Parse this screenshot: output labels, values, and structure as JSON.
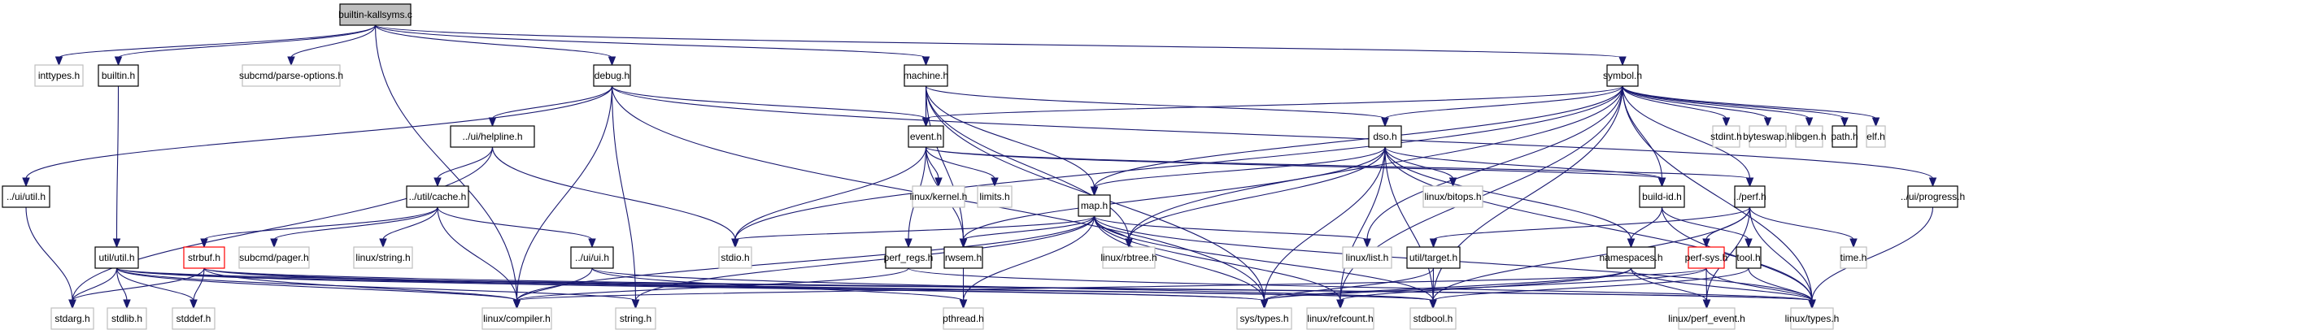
{
  "title": "Include dependency graph for builtin-kallsyms.c",
  "colors": {
    "edge": "#191970",
    "root_fill": "#bfbfbf",
    "documented_border": "#000000",
    "external_border": "#bfbfbf",
    "incomplete_border": "#ff0000"
  },
  "nodes": [
    {
      "id": "builtin_kallsyms_c",
      "label": "builtin-kallsyms.c",
      "kind": "root"
    },
    {
      "id": "inttypes_h",
      "label": "inttypes.h",
      "kind": "external"
    },
    {
      "id": "builtin_h",
      "label": "builtin.h",
      "kind": "documented"
    },
    {
      "id": "parse_options_h",
      "label": "subcmd/parse-options.h",
      "kind": "external"
    },
    {
      "id": "debug_h",
      "label": "debug.h",
      "kind": "documented"
    },
    {
      "id": "machine_h",
      "label": "machine.h",
      "kind": "documented"
    },
    {
      "id": "symbol_h",
      "label": "symbol.h",
      "kind": "documented"
    },
    {
      "id": "helpline_h",
      "label": "../ui/helpline.h",
      "kind": "documented"
    },
    {
      "id": "event_h",
      "label": "event.h",
      "kind": "documented"
    },
    {
      "id": "dso_h",
      "label": "dso.h",
      "kind": "documented"
    },
    {
      "id": "stdint_h",
      "label": "stdint.h",
      "kind": "external"
    },
    {
      "id": "byteswap_h",
      "label": "byteswap.h",
      "kind": "external"
    },
    {
      "id": "libgen_h",
      "label": "libgen.h",
      "kind": "external"
    },
    {
      "id": "path_h",
      "label": "path.h",
      "kind": "documented"
    },
    {
      "id": "elf_h",
      "label": "elf.h",
      "kind": "external"
    },
    {
      "id": "ui_util_h",
      "label": "../ui/util.h",
      "kind": "documented"
    },
    {
      "id": "cache_h",
      "label": "../util/cache.h",
      "kind": "documented"
    },
    {
      "id": "linux_kernel_h",
      "label": "linux/kernel.h",
      "kind": "external"
    },
    {
      "id": "limits_h",
      "label": "limits.h",
      "kind": "external"
    },
    {
      "id": "map_h",
      "label": "map.h",
      "kind": "documented"
    },
    {
      "id": "linux_bitops_h",
      "label": "linux/bitops.h",
      "kind": "external"
    },
    {
      "id": "build_id_h",
      "label": "build-id.h",
      "kind": "documented"
    },
    {
      "id": "perf_h",
      "label": "../perf.h",
      "kind": "documented"
    },
    {
      "id": "progress_h",
      "label": "../ui/progress.h",
      "kind": "documented"
    },
    {
      "id": "util_util_h",
      "label": "util/util.h",
      "kind": "documented"
    },
    {
      "id": "strbuf_h",
      "label": "strbuf.h",
      "kind": "incomplete"
    },
    {
      "id": "pager_h",
      "label": "subcmd/pager.h",
      "kind": "external"
    },
    {
      "id": "linux_string_h",
      "label": "linux/string.h",
      "kind": "external"
    },
    {
      "id": "ui_h",
      "label": "../ui/ui.h",
      "kind": "documented"
    },
    {
      "id": "stdio_h",
      "label": "stdio.h",
      "kind": "external"
    },
    {
      "id": "perf_regs_h",
      "label": "perf_regs.h",
      "kind": "documented"
    },
    {
      "id": "rwsem_h",
      "label": "rwsem.h",
      "kind": "documented"
    },
    {
      "id": "linux_rbtree_h",
      "label": "linux/rbtree.h",
      "kind": "external"
    },
    {
      "id": "linux_list_h",
      "label": "linux/list.h",
      "kind": "external"
    },
    {
      "id": "target_h",
      "label": "util/target.h",
      "kind": "documented"
    },
    {
      "id": "namespaces_h",
      "label": "namespaces.h",
      "kind": "documented"
    },
    {
      "id": "perf_sys_h",
      "label": "perf-sys.h",
      "kind": "incomplete"
    },
    {
      "id": "tool_h",
      "label": "tool.h",
      "kind": "documented"
    },
    {
      "id": "time_h",
      "label": "time.h",
      "kind": "external"
    },
    {
      "id": "stdarg_h",
      "label": "stdarg.h",
      "kind": "external"
    },
    {
      "id": "stdlib_h",
      "label": "stdlib.h",
      "kind": "external"
    },
    {
      "id": "stddef_h",
      "label": "stddef.h",
      "kind": "external"
    },
    {
      "id": "linux_compiler_h",
      "label": "linux/compiler.h",
      "kind": "external"
    },
    {
      "id": "string_h",
      "label": "string.h",
      "kind": "external"
    },
    {
      "id": "pthread_h",
      "label": "pthread.h",
      "kind": "external"
    },
    {
      "id": "sys_types_h",
      "label": "sys/types.h",
      "kind": "external"
    },
    {
      "id": "linux_refcount_h",
      "label": "linux/refcount.h",
      "kind": "external"
    },
    {
      "id": "stdbool_h",
      "label": "stdbool.h",
      "kind": "external"
    },
    {
      "id": "linux_perf_event_h",
      "label": "linux/perf_event.h",
      "kind": "external"
    },
    {
      "id": "linux_types_h",
      "label": "linux/types.h",
      "kind": "external"
    }
  ],
  "edges": [
    [
      "builtin_kallsyms_c",
      "inttypes_h"
    ],
    [
      "builtin_kallsyms_c",
      "builtin_h"
    ],
    [
      "builtin_kallsyms_c",
      "parse_options_h"
    ],
    [
      "builtin_kallsyms_c",
      "debug_h"
    ],
    [
      "builtin_kallsyms_c",
      "machine_h"
    ],
    [
      "builtin_kallsyms_c",
      "symbol_h"
    ],
    [
      "builtin_kallsyms_c",
      "linux_compiler_h"
    ],
    [
      "builtin_h",
      "util_util_h"
    ],
    [
      "debug_h",
      "event_h"
    ],
    [
      "debug_h",
      "helpline_h"
    ],
    [
      "debug_h",
      "ui_util_h"
    ],
    [
      "debug_h",
      "progress_h"
    ],
    [
      "debug_h",
      "linux_compiler_h"
    ],
    [
      "debug_h",
      "string_h"
    ],
    [
      "debug_h",
      "sys_types_h"
    ],
    [
      "machine_h",
      "event_h"
    ],
    [
      "machine_h",
      "dso_h"
    ],
    [
      "machine_h",
      "map_h"
    ],
    [
      "machine_h",
      "rwsem_h"
    ],
    [
      "machine_h",
      "linux_rbtree_h"
    ],
    [
      "machine_h",
      "sys_types_h"
    ],
    [
      "symbol_h",
      "event_h"
    ],
    [
      "symbol_h",
      "dso_h"
    ],
    [
      "symbol_h",
      "map_h"
    ],
    [
      "symbol_h",
      "stdint_h"
    ],
    [
      "symbol_h",
      "byteswap_h"
    ],
    [
      "symbol_h",
      "libgen_h"
    ],
    [
      "symbol_h",
      "path_h"
    ],
    [
      "symbol_h",
      "elf_h"
    ],
    [
      "symbol_h",
      "build_id_h"
    ],
    [
      "symbol_h",
      "perf_h"
    ],
    [
      "symbol_h",
      "linux_rbtree_h"
    ],
    [
      "symbol_h",
      "linux_list_h"
    ],
    [
      "symbol_h",
      "stdio_h"
    ],
    [
      "symbol_h",
      "stdbool_h"
    ],
    [
      "symbol_h",
      "linux_types_h"
    ],
    [
      "symbol_h",
      "linux_refcount_h"
    ],
    [
      "helpline_h",
      "cache_h"
    ],
    [
      "helpline_h",
      "stdio_h"
    ],
    [
      "helpline_h",
      "stdarg_h"
    ],
    [
      "ui_util_h",
      "stdarg_h"
    ],
    [
      "cache_h",
      "strbuf_h"
    ],
    [
      "cache_h",
      "pager_h"
    ],
    [
      "cache_h",
      "linux_string_h"
    ],
    [
      "cache_h",
      "ui_h"
    ],
    [
      "cache_h",
      "linux_compiler_h"
    ],
    [
      "event_h",
      "linux_kernel_h"
    ],
    [
      "event_h",
      "limits_h"
    ],
    [
      "event_h",
      "stdio_h"
    ],
    [
      "event_h",
      "build_id_h"
    ],
    [
      "event_h",
      "perf_h"
    ],
    [
      "event_h",
      "perf_regs_h"
    ],
    [
      "event_h",
      "rwsem_h"
    ],
    [
      "dso_h",
      "map_h"
    ],
    [
      "dso_h",
      "linux_bitops_h"
    ],
    [
      "dso_h",
      "build_id_h"
    ],
    [
      "dso_h",
      "namespaces_h"
    ],
    [
      "dso_h",
      "linux_rbtree_h"
    ],
    [
      "dso_h",
      "sys_types_h"
    ],
    [
      "dso_h",
      "linux_refcount_h"
    ],
    [
      "dso_h",
      "stdbool_h"
    ],
    [
      "dso_h",
      "linux_types_h"
    ],
    [
      "dso_h",
      "rwsem_h"
    ],
    [
      "map_h",
      "stdio_h"
    ],
    [
      "map_h",
      "rwsem_h"
    ],
    [
      "map_h",
      "linux_rbtree_h"
    ],
    [
      "map_h",
      "linux_list_h"
    ],
    [
      "map_h",
      "pthread_h"
    ],
    [
      "map_h",
      "sys_types_h"
    ],
    [
      "map_h",
      "linux_refcount_h"
    ],
    [
      "map_h",
      "stdbool_h"
    ],
    [
      "map_h",
      "linux_types_h"
    ],
    [
      "map_h",
      "linux_compiler_h"
    ],
    [
      "map_h",
      "string_h"
    ],
    [
      "build_id_h",
      "namespaces_h"
    ],
    [
      "build_id_h",
      "tool_h"
    ],
    [
      "build_id_h",
      "linux_types_h"
    ],
    [
      "perf_h",
      "perf_sys_h"
    ],
    [
      "perf_h",
      "target_h"
    ],
    [
      "perf_h",
      "time_h"
    ],
    [
      "perf_h",
      "stdbool_h"
    ],
    [
      "perf_h",
      "linux_types_h"
    ],
    [
      "perf_h",
      "linux_perf_event_h"
    ],
    [
      "progress_h",
      "linux_types_h"
    ],
    [
      "util_util_h",
      "stdarg_h"
    ],
    [
      "util_util_h",
      "stdlib_h"
    ],
    [
      "util_util_h",
      "stddef_h"
    ],
    [
      "util_util_h",
      "linux_compiler_h"
    ],
    [
      "util_util_h",
      "sys_types_h"
    ],
    [
      "util_util_h",
      "stdbool_h"
    ],
    [
      "util_util_h",
      "string_h"
    ],
    [
      "util_util_h",
      "linux_types_h"
    ],
    [
      "strbuf_h",
      "stdarg_h"
    ],
    [
      "strbuf_h",
      "stddef_h"
    ],
    [
      "strbuf_h",
      "linux_compiler_h"
    ],
    [
      "strbuf_h",
      "sys_types_h"
    ],
    [
      "strbuf_h",
      "linux_types_h"
    ],
    [
      "strbuf_h",
      "stdbool_h"
    ],
    [
      "ui_h",
      "linux_compiler_h"
    ],
    [
      "ui_h",
      "pthread_h"
    ],
    [
      "ui_h",
      "stdbool_h"
    ],
    [
      "perf_regs_h",
      "linux_types_h"
    ],
    [
      "perf_regs_h",
      "linux_compiler_h"
    ],
    [
      "rwsem_h",
      "pthread_h"
    ],
    [
      "target_h",
      "stdbool_h"
    ],
    [
      "target_h",
      "sys_types_h"
    ],
    [
      "namespaces_h",
      "sys_types_h"
    ],
    [
      "namespaces_h",
      "linux_perf_event_h"
    ],
    [
      "namespaces_h",
      "linux_types_h"
    ],
    [
      "namespaces_h",
      "linux_refcount_h"
    ],
    [
      "perf_sys_h",
      "linux_types_h"
    ],
    [
      "perf_sys_h",
      "linux_perf_event_h"
    ],
    [
      "perf_sys_h",
      "linux_compiler_h"
    ],
    [
      "perf_sys_h",
      "sys_types_h"
    ],
    [
      "tool_h",
      "stdbool_h"
    ],
    [
      "tool_h",
      "linux_types_h"
    ]
  ]
}
